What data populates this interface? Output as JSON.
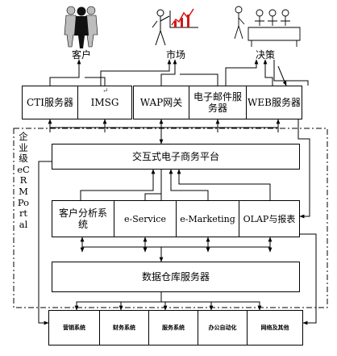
{
  "actors": {
    "customer": "客户",
    "market": "市场",
    "decision": "决策"
  },
  "channels": {
    "cti": "CTI服务器",
    "imsg": "IMSG",
    "imsg_mark": "↵",
    "wap": "WAP网关",
    "email": "电子邮件服务器",
    "web": "WEB服务器"
  },
  "portal": {
    "title": "企业级eCRMPortal",
    "platform": "交互式电子商务平台",
    "modules": {
      "customer_analysis": "客户分析系统",
      "eservice": "e-Service",
      "emarketing": "e-Marketing",
      "olap": "OLAP与报表"
    },
    "warehouse": "数据仓库服务器"
  },
  "backend": {
    "sales": "营销系统",
    "finance": "财务系统",
    "service": "服务系统",
    "office": "办公自动化",
    "network": "网络及其他"
  }
}
